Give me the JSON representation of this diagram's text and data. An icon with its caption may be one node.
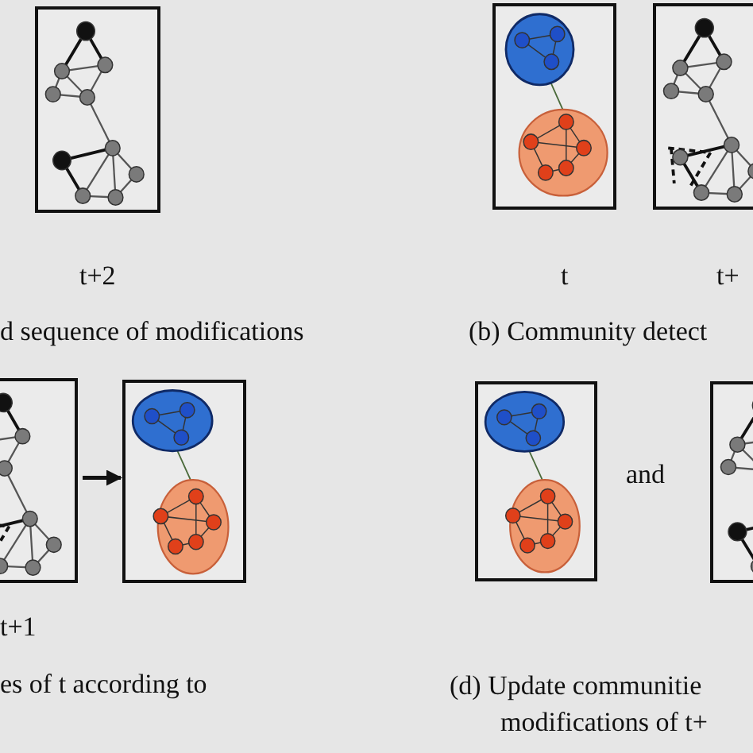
{
  "diagram": {
    "nodes": [
      {
        "text": [],
        "shape": "box"
      },
      {
        "text": [],
        "shape": "box"
      },
      {
        "text": [],
        "shape": "box"
      },
      {
        "text": [],
        "shape": "box"
      },
      {
        "text": [],
        "shape": "box"
      },
      {
        "text": [],
        "shape": "box"
      },
      {
        "text": [],
        "shape": "box"
      }
    ],
    "edges": [
      {
        "from": 3,
        "to": 4,
        "arrow": "to"
      }
    ],
    "labels": [
      "t+2",
      "d sequence of modifications",
      "t",
      "t+",
      "(b) Community detect",
      "t+1",
      "es of t according to",
      "and",
      "(d) Update communitie",
      "modifications of t+"
    ]
  }
}
